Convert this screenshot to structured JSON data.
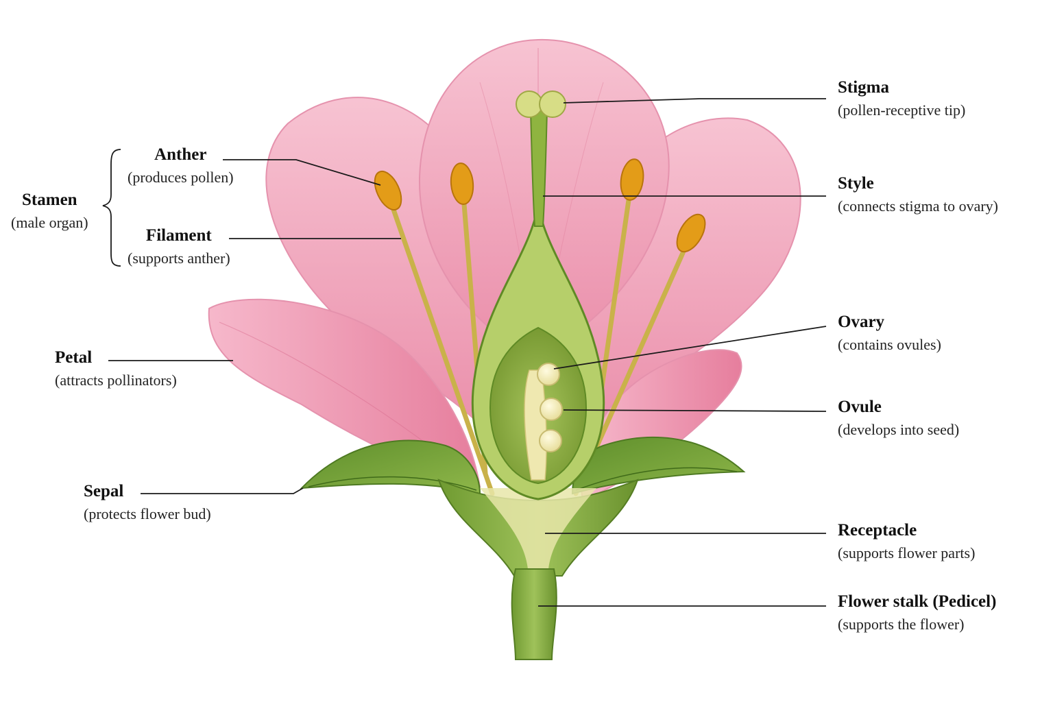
{
  "colors": {
    "petal": "#f2a9bf",
    "petal_dark": "#e98aa6",
    "stem": "#7fa63a",
    "stem_dark": "#5d8a2a",
    "ovary_inner": "#9bbc4f",
    "ovule": "#f3edbd",
    "anther": "#e6a21c",
    "filament": "#c9b24a",
    "leader_line": "#1a1a1a"
  },
  "labels": {
    "stigma": {
      "title": "Stigma",
      "desc": "(pollen-receptive tip)"
    },
    "style": {
      "title": "Style",
      "desc": "(connects stigma to ovary)"
    },
    "ovary": {
      "title": "Ovary",
      "desc": "(contains ovules)"
    },
    "ovule": {
      "title": "Ovule",
      "desc": "(develops into seed)"
    },
    "receptacle": {
      "title": "Receptacle",
      "desc": "(supports flower parts)"
    },
    "pedicel": {
      "title": "Flower stalk (Pedicel)",
      "desc": "(supports the flower)"
    },
    "anther": {
      "title": "Anther",
      "desc": "(produces pollen)"
    },
    "filament": {
      "title": "Filament",
      "desc": "(supports anther)"
    },
    "stamen": {
      "title": "Stamen",
      "desc": "(male organ)"
    },
    "petal": {
      "title": "Petal",
      "desc": "(attracts pollinators)"
    },
    "sepal": {
      "title": "Sepal",
      "desc": "(protects flower bud)"
    }
  }
}
